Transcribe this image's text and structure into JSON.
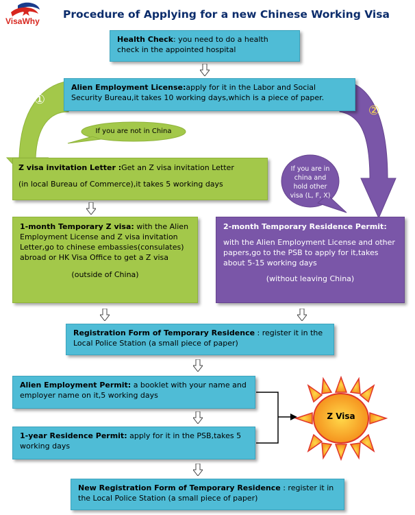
{
  "logo": {
    "text": "VisaWhy"
  },
  "title": "Procedure of Applying for  a new Chinese Working  Visa",
  "boxes": {
    "health": {
      "lead": "Health Check",
      "text": ": you need to do a health check in the appointed hospital"
    },
    "alien_license": {
      "lead": "Alien Employment License:",
      "text": "apply for it in the Labor and Social Security Bureau,it takes 10 working days,which is a piece of paper."
    },
    "z_invitation": {
      "lead": "Z visa invitation Letter :",
      "text1": "Get an Z visa invitation Letter",
      "text2": "(in local Bureau of Commerce),it takes 5 working days"
    },
    "temp_z": {
      "lead": "1-month Temporary Z visa:",
      "text": " with the Alien Employment License and Z visa invitation Letter,go to chinese embassies(consulates) abroad or HK Visa Office to get a Z visa",
      "note": "(outside of China)"
    },
    "temp_residence": {
      "lead": "2-month Temporary Residence Permit:",
      "text": "with the Alien Employment License and other papers,go to the PSB to apply for it,takes about 5-15 working days",
      "note": "(without leaving China)"
    },
    "registration": {
      "lead": "Registration Form of Temporary Residence",
      "text": " : register it in the Local Police Station  (a small piece of paper)"
    },
    "alien_permit": {
      "lead": "Alien Employment Permit:",
      "text": " a booklet with your name and employer name on it,5 working days"
    },
    "residence_permit": {
      "lead": "1-year  Residence Permit:",
      "text": " apply for it in the PSB,takes  5 working days"
    },
    "new_registration": {
      "lead": "New Registration Form of Temporary Residence",
      "text": " : register it in the Local Police Station  (a small piece of paper)"
    }
  },
  "bubbles": {
    "not_in_china": "If you are not in China",
    "in_china": "If you are in china and hold other visa (L, F, X)"
  },
  "badges": {
    "one": "①",
    "two": "②"
  },
  "sun_label": "Z Visa",
  "colors": {
    "blue": "#4fbcd6",
    "green": "#a3c84a",
    "purple": "#7a56a8",
    "title": "#0b2c6b",
    "sun": "#f58220"
  }
}
